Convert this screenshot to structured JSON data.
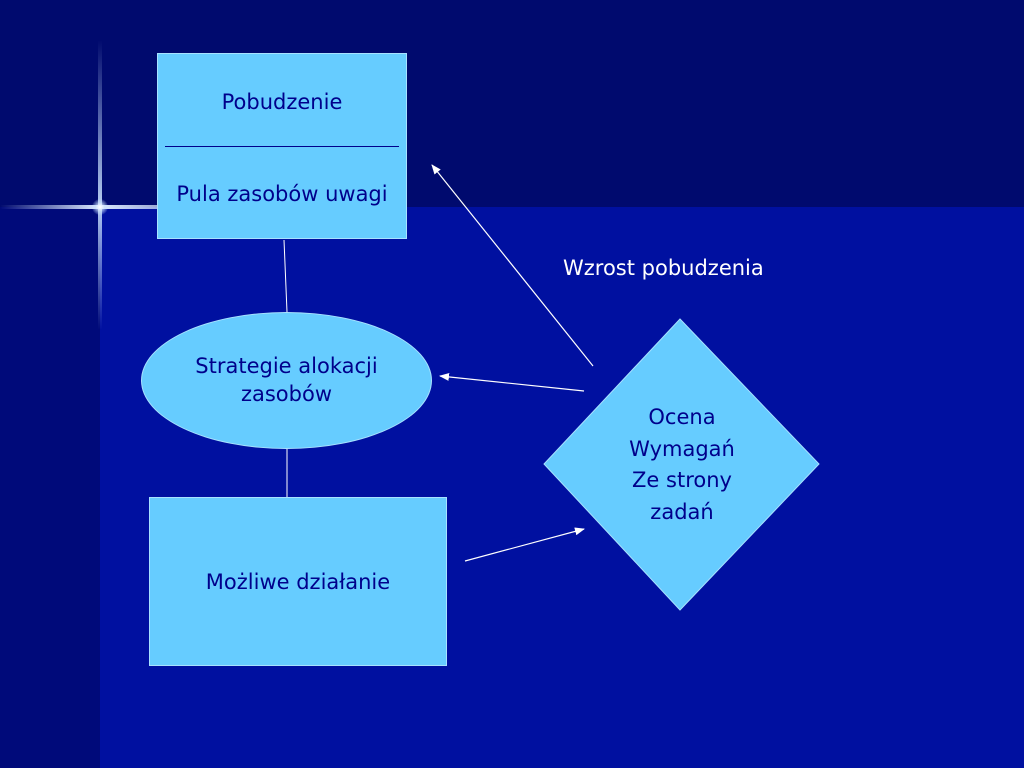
{
  "diagram": {
    "top_box": {
      "line1": "Pobudzenie",
      "line2": "Pula zasobów uwagi"
    },
    "ellipse": {
      "line1": "Strategie alokacji",
      "line2": "zasobów"
    },
    "bottom_box": {
      "label": "Możliwe działanie"
    },
    "diamond": {
      "lines": [
        "Ocena",
        "Wymagań",
        "Ze strony",
        "zadań"
      ]
    },
    "edge_label": "Wzrost pobudzenia"
  },
  "colors": {
    "node_fill": "#66ccff",
    "node_text": "#00008b",
    "connector": "#ffffff",
    "background": "#0010a0"
  }
}
